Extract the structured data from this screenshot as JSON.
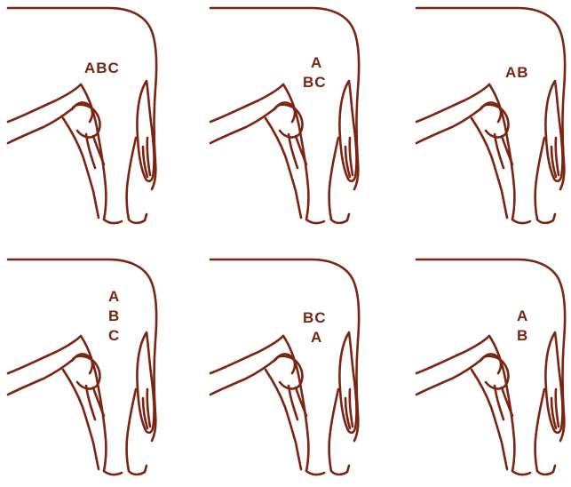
{
  "colors": {
    "outline": "#7b2412",
    "label": "#7b2412",
    "background": "#ffffff"
  },
  "panels": [
    {
      "lines": [
        "ABC"
      ]
    },
    {
      "lines": [
        "A",
        "BC"
      ]
    },
    {
      "lines": [
        "AB"
      ]
    },
    {
      "lines": [
        "A",
        "B",
        "C"
      ]
    },
    {
      "lines": [
        "BC",
        "A"
      ]
    },
    {
      "lines": [
        "A",
        "B"
      ]
    }
  ]
}
